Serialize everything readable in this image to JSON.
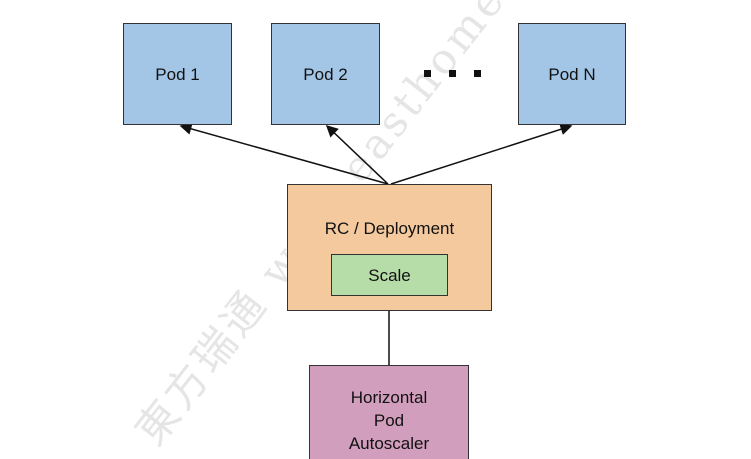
{
  "pods": [
    {
      "label": "Pod 1"
    },
    {
      "label": "Pod 2"
    },
    {
      "label": "Pod N"
    }
  ],
  "ellipsis": "...",
  "controller": {
    "title": "RC / Deployment",
    "scale_label": "Scale"
  },
  "autoscaler": {
    "label_lines": [
      "Horizontal",
      "Pod",
      "Autoscaler"
    ]
  },
  "watermark": "東方瑞通 www.easthome.com",
  "colors": {
    "pod": "#a4c6e6",
    "controller": "#f5c99e",
    "scale": "#b6dca7",
    "autoscaler": "#d29ebd"
  }
}
